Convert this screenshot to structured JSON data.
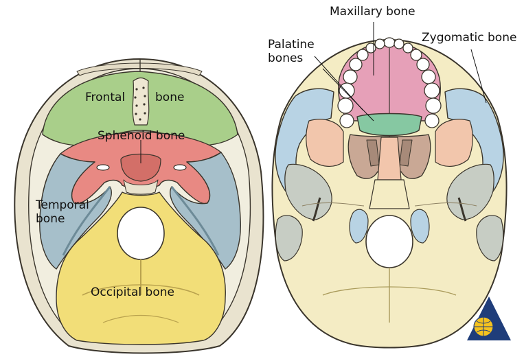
{
  "left_view": {
    "labels": {
      "frontal_a": "Frontal",
      "frontal_b": "bone",
      "sphenoid": "Sphenoid bone",
      "temporal": "Temporal\nbone",
      "occipital": "Occipital bone"
    }
  },
  "right_view": {
    "labels": {
      "maxillary": "Maxillary bone",
      "palatine": "Palatine\nbones",
      "zygomatic": "Zygomatic bone"
    }
  },
  "colors": {
    "frontal": "#a9cf8a",
    "sphenoid": "#e88983",
    "temporal": "#a6bfca",
    "occipital": "#f2de78",
    "maxillary": "#e6a0b8",
    "palatine": "#86c8a2",
    "zygomatic": "#b8d3e4",
    "skull_outer": "#e9e3cf",
    "skull_cream": "#f4ecc4",
    "outline": "#3a352c"
  },
  "logo": {
    "icon": "publisher-globe-logo"
  }
}
